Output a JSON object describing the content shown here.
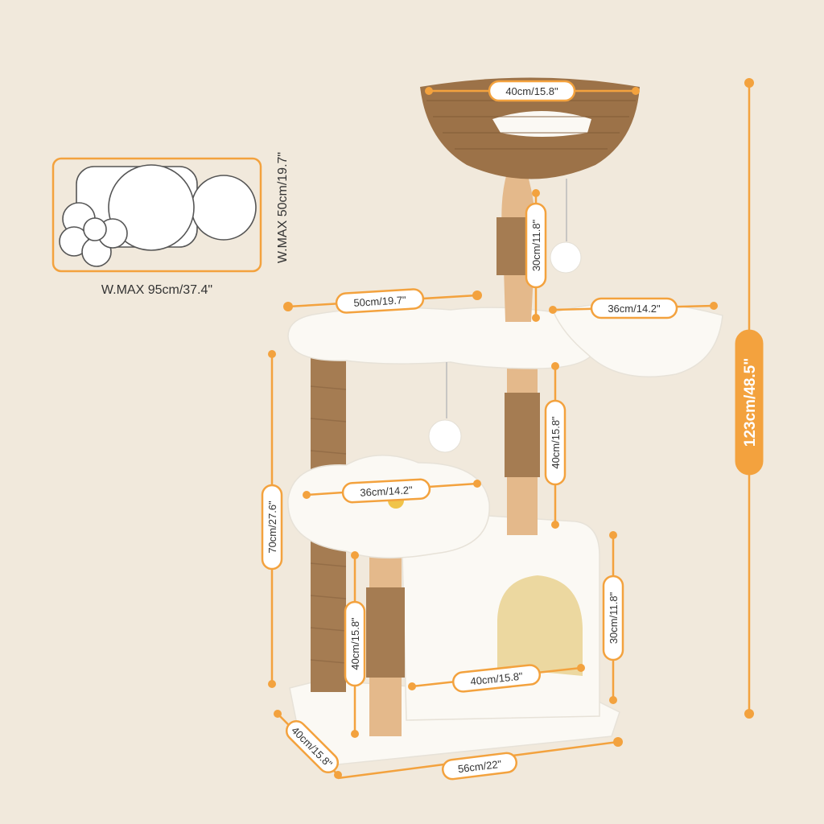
{
  "colors": {
    "background": "#f1e9dc",
    "accent": "#f3a23e",
    "fur": "#fbf9f4",
    "sisal": "#a57c52",
    "wood": "#e4b98b",
    "basket": "#9c7248"
  },
  "footprint": {
    "width_label": "W.MAX 95cm/37.4\"",
    "depth_label": "W.MAX 50cm/19.7\""
  },
  "dimensions": {
    "basket_diameter": "40cm/15.8\"",
    "top_post_height": "30cm/11.8\"",
    "main_platform_width": "50cm/19.7\"",
    "hammock_diameter": "36cm/14.2\"",
    "total_height": "123cm/48.5\"",
    "middle_post_height": "40cm/15.8\"",
    "lower_platform_height": "70cm/27.6\"",
    "flower_platform_diameter": "36cm/14.2\"",
    "condo_height": "30cm/11.8\"",
    "base_post_height": "40cm/15.8\"",
    "condo_width": "40cm/15.8\"",
    "base_depth": "40cm/15.8\"",
    "base_width": "56cm/22\""
  }
}
